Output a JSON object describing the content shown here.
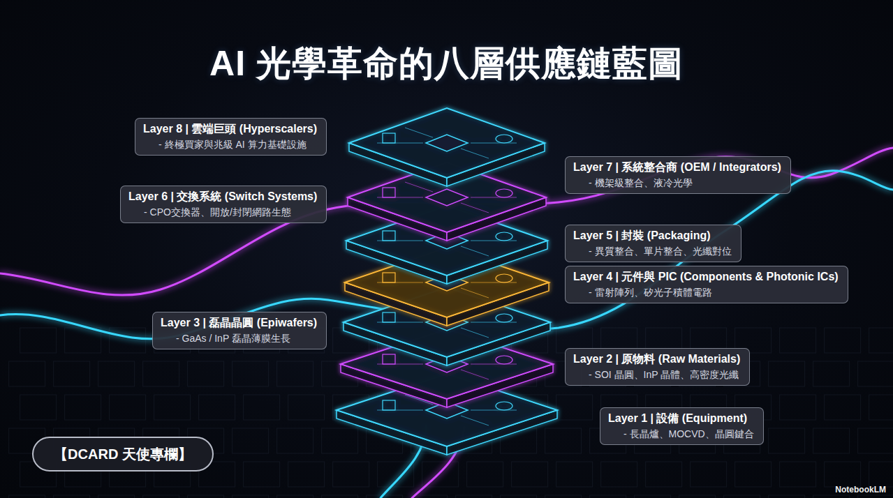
{
  "diagram": {
    "title": "AI 光學革命的八層供應鏈藍圖",
    "nodes": [
      {
        "text": [
          "Layer 8 | 雲端巨頭 (Hyperscalers)",
          "- 終極買家與兆級 AI 算力基礎設施"
        ]
      },
      {
        "text": [
          "Layer 7 | 系統整合商 (OEM / Integrators)",
          "- 機架級整合、液冷光學"
        ]
      },
      {
        "text": [
          "Layer 6 | 交換系統 (Switch Systems)",
          "- CPO交換器、開放/封閉網路生態"
        ]
      },
      {
        "text": [
          "Layer 5 | 封裝 (Packaging)",
          "- 異質整合、單片整合、光纖對位"
        ]
      },
      {
        "text": [
          "Layer 4 | 元件與 PIC (Components & Photonic ICs)",
          "- 雷射陣列、矽光子積體電路"
        ]
      },
      {
        "text": [
          "Layer 3 | 磊晶晶圓 (Epiwafers)",
          "- GaAs / InP 磊晶薄膜生長"
        ]
      },
      {
        "text": [
          "Layer 2 | 原物料 (Raw Materials)",
          "- SOI 晶圓、InP 晶體、高密度光纖"
        ]
      },
      {
        "text": [
          "Layer 1 | 設備 (Equipment)",
          "- 長晶爐、MOCVD、晶圓鍵合"
        ]
      },
      {
        "text": [
          "【DCARD 天使專欄】"
        ]
      }
    ],
    "labels": [
      "NotebookLM"
    ]
  }
}
